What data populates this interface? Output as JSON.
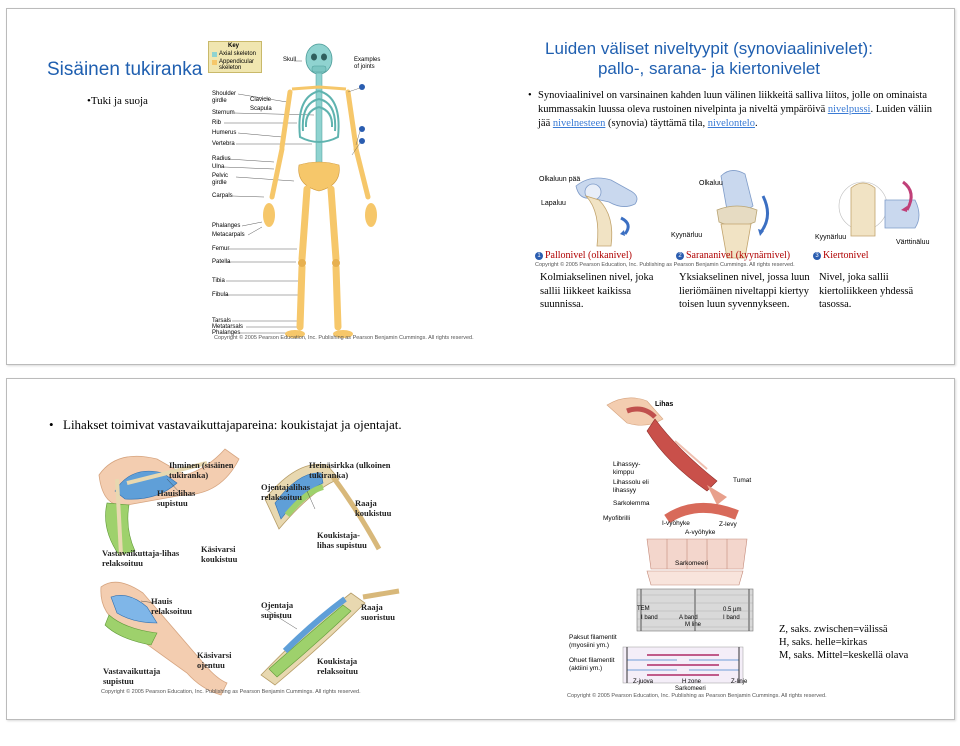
{
  "slide1": {
    "left_title": "Sisäinen tukiranka",
    "left_bullet": "•Tuki ja suoja",
    "skeleton": {
      "key_title": "Key",
      "key_axial": "Axial skeleton",
      "key_appendicular": "Appendicular skeleton",
      "skull": "Skull",
      "examples": "Examples of joints",
      "left_labels": [
        "Shoulder girdle",
        "Sternum",
        "Rib",
        "Humerus",
        "Vertebra",
        "Radius",
        "Ulna",
        "Pelvic girdle",
        "Carpals",
        "Phalanges",
        "Metacarpals",
        "Femur",
        "Patella",
        "Tibia",
        "Fibula",
        "Tarsals",
        "Metatarsals",
        "Phalanges"
      ],
      "clavicle": "Clavicle",
      "scapula": "Scapula",
      "copyright": "Copyright © 2005 Pearson Education, Inc. Publishing as Pearson Benjamin Cummings. All rights reserved."
    },
    "right_title_line1": "Luiden väliset niveltyypit (synoviaalinivelet):",
    "right_title_line2": "pallo-, sarana- ja kiertonivelet",
    "bullet_text_part1": "Synoviaalinivel on varsinainen kahden luun välinen liikkeitä salliva liitos, jolle on ominaista kummassakin luussa oleva rustoinen nivelpinta ja niveltä ympäröivä",
    "link_nivelpussi": "nivelpussi",
    "bullet_text_part2": ". Luiden väliin jää",
    "link_nivelneste": "nivelnesteen",
    "bullet_text_part3": "(synovia) täyttämä tila,",
    "link_nivelontelo": "nivelontelo",
    "bullet_text_part4": ".",
    "joints": {
      "head_of_humerus": "Olkaluun pää",
      "humerus": "Olkaluu",
      "scapula": "Lapaluu",
      "ulna1": "Kyynärluu",
      "ulna2": "Kyynärluu",
      "radius": "Värttinäluu",
      "joint1": "Pallonivel (olkanivel)",
      "joint2": "Sarananivel (kyynärnivel)",
      "joint3": "Kiertonivel",
      "num1": "1",
      "num2": "2",
      "num3": "3",
      "copyright": "Copyright © 2005 Pearson Education, Inc. Publishing as Pearson Benjamin Cummings. All rights reserved.",
      "desc1": "Kolmiakselinen nivel, joka sallii liikkeet kaikissa suunnissa.",
      "desc2": "Yksiakselinen nivel, jossa luun lieriömäinen niveltappi kiertyy toisen luun syvennykseen.",
      "desc3": "Nivel, joka sallii kiertoliikkeen yhdessä tasossa."
    }
  },
  "slide2": {
    "bullet": "Lihakset toimivat vastavaikuttajapareina: koukistajat ja ojentajat.",
    "arm_top": {
      "ihminen": "Ihminen (sisäinen tukiranka)",
      "hauislihas": "Hauislihas supistuu",
      "vastavaikuttaja": "Vastavaikuttaja-lihas relaksoituu",
      "kasivarsi": "Käsivarsi koukistuu"
    },
    "leg_top": {
      "heinasirkka": "Heinäsirkka (ulkoinen tukiranka)",
      "ojentajalihas": "Ojentajalihas relaksoituu",
      "raaja": "Raaja koukistuu",
      "koukistajalihas": "Koukistaja-lihas supistuu"
    },
    "arm_bottom": {
      "hauis": "Hauis relaksoituu",
      "vastavaikuttaja": "Vastavaikuttaja supistuu",
      "kasivarsi": "Käsivarsi ojentuu"
    },
    "leg_bottom": {
      "ojentaja": "Ojentaja supistuu",
      "raaja": "Raaja suoristuu",
      "koukistaja": "Koukistaja relaksoituu"
    },
    "copyright_left": "Copyright © 2005 Pearson Education, Inc. Publishing as Pearson Benjamin Cummings. All rights reserved.",
    "muscle": {
      "lihas": "Lihas",
      "lihassyykimppu": "Lihassyy-kimppu",
      "lihassolu": "Lihassolu eli lihassyy",
      "sarkolemma": "Sarkolemma",
      "tumat": "Tumat",
      "myofibrilli": "Myofibrilli",
      "i_vyohyke": "I-vyöhyke",
      "a_vyohyke": "A-vyöhyke",
      "z_levy": "Z-levy",
      "sarkomeeri": "Sarkomeeri",
      "tem": "TEM",
      "i_band1": "I band",
      "a_band": "A band",
      "m_line": "M line",
      "i_band2": "I band",
      "scale": "0.5 µm",
      "paksut": "Paksut filamentit (myosiini ym.)",
      "ohuet": "Ohuet filamentit (aktiini ym.)",
      "z_juova": "Z-juova",
      "h_zone": "H zone",
      "sarkomeeri2": "Sarkomeeri",
      "z_linje": "Z-linje",
      "copyright": "Copyright © 2005 Pearson Education, Inc. Publishing as Pearson Benjamin Cummings. All rights reserved."
    },
    "notes": [
      "Z, saks. zwischen=välissä",
      "H, saks. helle=kirkas",
      "M, saks. Mittel=keskellä olava"
    ]
  }
}
